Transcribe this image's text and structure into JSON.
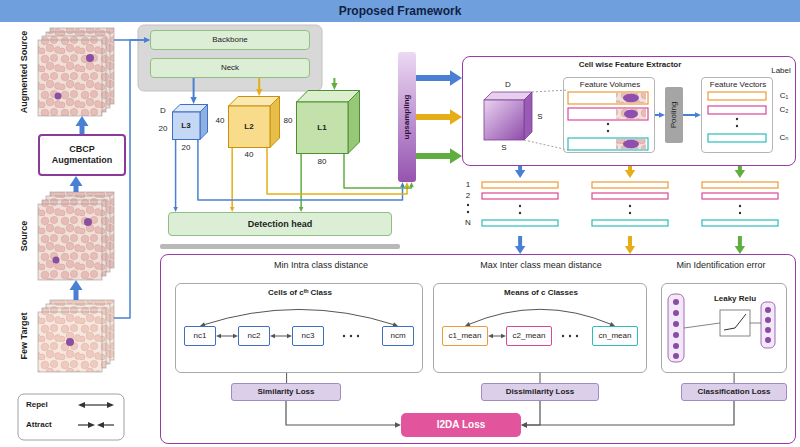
{
  "diagram": {
    "title": "Proposed Framework",
    "nodes": [
      {
        "text": [
          "Augmented Source"
        ]
      },
      {
        "text": [
          "CBCP Augmentation"
        ]
      },
      {
        "text": [
          "Source"
        ]
      },
      {
        "text": [
          "Few Target"
        ]
      },
      {
        "text": [
          "Backbone"
        ]
      },
      {
        "text": [
          "Neck"
        ]
      },
      {
        "text": [
          "L3"
        ]
      },
      {
        "text": [
          "L2"
        ]
      },
      {
        "text": [
          "L1"
        ]
      },
      {
        "text": [
          "Detection head"
        ]
      },
      {
        "text": [
          "upsampling"
        ]
      },
      {
        "text": [
          "Cell wise Feature Extractor"
        ]
      },
      {
        "text": [
          "Feature Volumes"
        ],
        "in": 11
      },
      {
        "text": [
          "Pooling"
        ],
        "in": 11
      },
      {
        "text": [
          "Feature Vectors"
        ],
        "in": 11
      },
      {
        "text": [
          "Min Intra class distance",
          "Max Inter class mean distance",
          "Min Identification error"
        ]
      },
      {
        "text": [
          "Cells of cᵗʰ Class"
        ],
        "in": 15
      },
      {
        "text": [
          "nc1"
        ],
        "in": 16
      },
      {
        "text": [
          "nc2"
        ],
        "in": 16
      },
      {
        "text": [
          "nc3"
        ],
        "in": 16
      },
      {
        "text": [
          "ncm"
        ],
        "in": 16
      },
      {
        "text": [
          "Means of c Classes"
        ],
        "in": 15
      },
      {
        "text": [
          "c1_mean"
        ],
        "in": 21
      },
      {
        "text": [
          "c2_mean"
        ],
        "in": 21
      },
      {
        "text": [
          "cn_mean"
        ],
        "in": 21
      },
      {
        "text": [
          "Leaky Relu"
        ],
        "in": 15
      },
      {
        "text": [
          "Similarity Loss"
        ],
        "in": 15
      },
      {
        "text": [
          "Dissimilarity Loss"
        ],
        "in": 15
      },
      {
        "text": [
          "Classification Loss"
        ],
        "in": 15
      },
      {
        "text": [
          "I2DA Loss"
        ],
        "in": 15
      }
    ],
    "edges": [
      {
        "from": 3,
        "to": 2,
        "arrow": "to"
      },
      {
        "from": 2,
        "to": 1,
        "arrow": "to"
      },
      {
        "from": 1,
        "to": 0,
        "arrow": "to"
      },
      {
        "from": 0,
        "to": 4,
        "arrow": "to"
      },
      {
        "from": 3,
        "to": 4,
        "arrow": "to"
      },
      {
        "from": 5,
        "to": 6,
        "arrow": "to"
      },
      {
        "from": 5,
        "to": 7,
        "arrow": "to"
      },
      {
        "from": 5,
        "to": 8,
        "arrow": "to"
      },
      {
        "from": 6,
        "to": 9,
        "arrow": "to"
      },
      {
        "from": 7,
        "to": 9,
        "arrow": "to"
      },
      {
        "from": 8,
        "to": 9,
        "arrow": "to"
      },
      {
        "from": 6,
        "to": 10,
        "arrow": "to"
      },
      {
        "from": 7,
        "to": 10,
        "arrow": "to"
      },
      {
        "from": 8,
        "to": 10,
        "arrow": "to"
      },
      {
        "from": 10,
        "to": 11,
        "arrow": "to"
      },
      {
        "from": 10,
        "to": 11,
        "arrow": "to"
      },
      {
        "from": 10,
        "to": 11,
        "arrow": "to"
      },
      {
        "from": 11,
        "to": 15,
        "arrow": "to"
      },
      {
        "from": 11,
        "to": 15,
        "arrow": "to"
      },
      {
        "from": 11,
        "to": 15,
        "arrow": "to"
      },
      {
        "from": 12,
        "to": 13,
        "arrow": "to"
      },
      {
        "from": 13,
        "to": 14,
        "arrow": "to"
      },
      {
        "from": 16,
        "to": 26,
        "arrow": "none"
      },
      {
        "from": 21,
        "to": 27,
        "arrow": "none"
      },
      {
        "from": 25,
        "to": 28,
        "arrow": "none"
      },
      {
        "from": 26,
        "to": 29,
        "arrow": "to"
      },
      {
        "from": 27,
        "to": 29,
        "arrow": "to"
      },
      {
        "from": 28,
        "to": 29,
        "arrow": "to"
      },
      {
        "from": 17,
        "to": 18,
        "arrow": "both"
      },
      {
        "from": 18,
        "to": 19,
        "arrow": "both"
      },
      {
        "from": 17,
        "to": 20,
        "arrow": "both"
      },
      {
        "from": 22,
        "to": 23,
        "arrow": "both"
      },
      {
        "from": 22,
        "to": 24,
        "arrow": "both"
      }
    ],
    "labels": [
      "D",
      "20",
      "20",
      "40",
      "40",
      "80",
      "80",
      "D",
      "S",
      "S",
      "Label",
      "C₁",
      "C₂",
      "Cₙ",
      "1",
      "2",
      "N"
    ],
    "legend": [
      {
        "text": "Repel"
      },
      {
        "text": "Attract"
      }
    ]
  }
}
